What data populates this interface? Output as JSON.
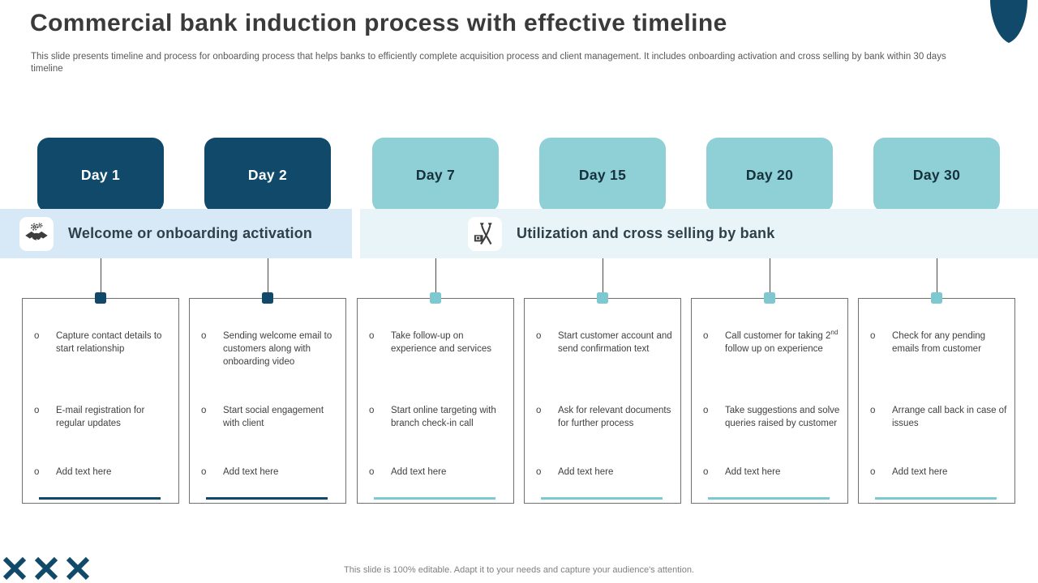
{
  "slide": {
    "title": "Commercial bank induction process with effective timeline",
    "subtitle": "This slide presents timeline and process for onboarding process that helps banks to efficiently complete acquisition process and client management. It includes onboarding activation and cross selling by bank within 30 days timeline",
    "footer_note": "This slide is 100% editable. Adapt it to your needs and capture your audience's attention."
  },
  "colors": {
    "navy": "#11496B",
    "teal_tab": "#8FCFD6",
    "teal_marker": "#7EC8D2",
    "band1_bg": "#D7E9F6",
    "band2_bg": "#E8F4F8",
    "title_text": "#3a3a3a",
    "body_text": "#404040",
    "footer_text": "#808080"
  },
  "bullet_char": "o",
  "phases": [
    {
      "label": "Welcome or onboarding activation",
      "icon": "handshake-gears-icon"
    },
    {
      "label": "Utilization and cross selling by bank",
      "icon": "box-shipping-arrows-icon"
    }
  ],
  "timeline": [
    {
      "day": "Day 1",
      "theme": "navy",
      "items": [
        "Capture contact details to start relationship",
        "E-mail registration for regular updates",
        "Add text here"
      ]
    },
    {
      "day": "Day 2",
      "theme": "navy",
      "items": [
        "Sending welcome email to customers along with onboarding video",
        "Start social engagement with client",
        "Add text here"
      ]
    },
    {
      "day": "Day 7",
      "theme": "teal",
      "items": [
        "Take follow-up on experience and services",
        "Start online targeting with branch check-in call",
        "Add text here"
      ]
    },
    {
      "day": "Day 15",
      "theme": "teal",
      "items": [
        "Start customer account and send confirmation text",
        "Ask for relevant documents for further process",
        "Add text here"
      ]
    },
    {
      "day": "Day 20",
      "theme": "teal",
      "items": [
        "Call customer for taking 2nd follow up on experience",
        "Take suggestions and solve queries raised by customer",
        "Add text here"
      ]
    },
    {
      "day": "Day 30",
      "theme": "teal",
      "items": [
        "Check for any pending emails from customer",
        "Arrange call back in case of issues",
        "Add text here"
      ]
    }
  ]
}
